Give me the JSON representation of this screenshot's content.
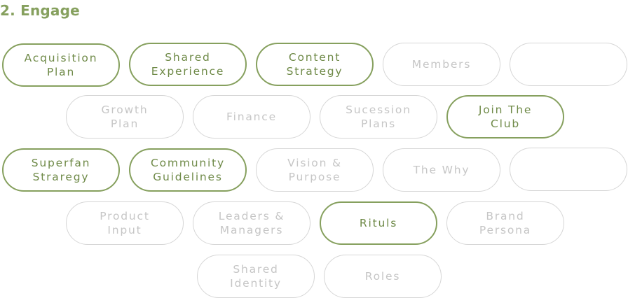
{
  "section": {
    "title": "2. Engage"
  },
  "pills": [
    {
      "label": "Acquisition\nPlan",
      "active": true
    },
    {
      "label": "Shared\nExperience",
      "active": true
    },
    {
      "label": "Content\nStrategy",
      "active": true
    },
    {
      "label": "Members",
      "active": false
    },
    {
      "label": "",
      "active": false
    },
    {
      "label": "Growth\nPlan",
      "active": false
    },
    {
      "label": "Finance",
      "active": false
    },
    {
      "label": "Sucession\nPlans",
      "active": false
    },
    {
      "label": "Join The\nClub",
      "active": true
    },
    {
      "label": "Superfan\nStraregy",
      "active": true
    },
    {
      "label": "Community\nGuidelines",
      "active": true
    },
    {
      "label": "Vision &\nPurpose",
      "active": false
    },
    {
      "label": "The Why",
      "active": false
    },
    {
      "label": "",
      "active": false
    },
    {
      "label": "Product\nInput",
      "active": false
    },
    {
      "label": "Leaders &\nManagers",
      "active": false
    },
    {
      "label": "Rituls",
      "active": true
    },
    {
      "label": "Brand\nPersona",
      "active": false
    },
    {
      "label": "Shared\nIdentity",
      "active": false
    },
    {
      "label": "Roles",
      "active": false
    }
  ]
}
